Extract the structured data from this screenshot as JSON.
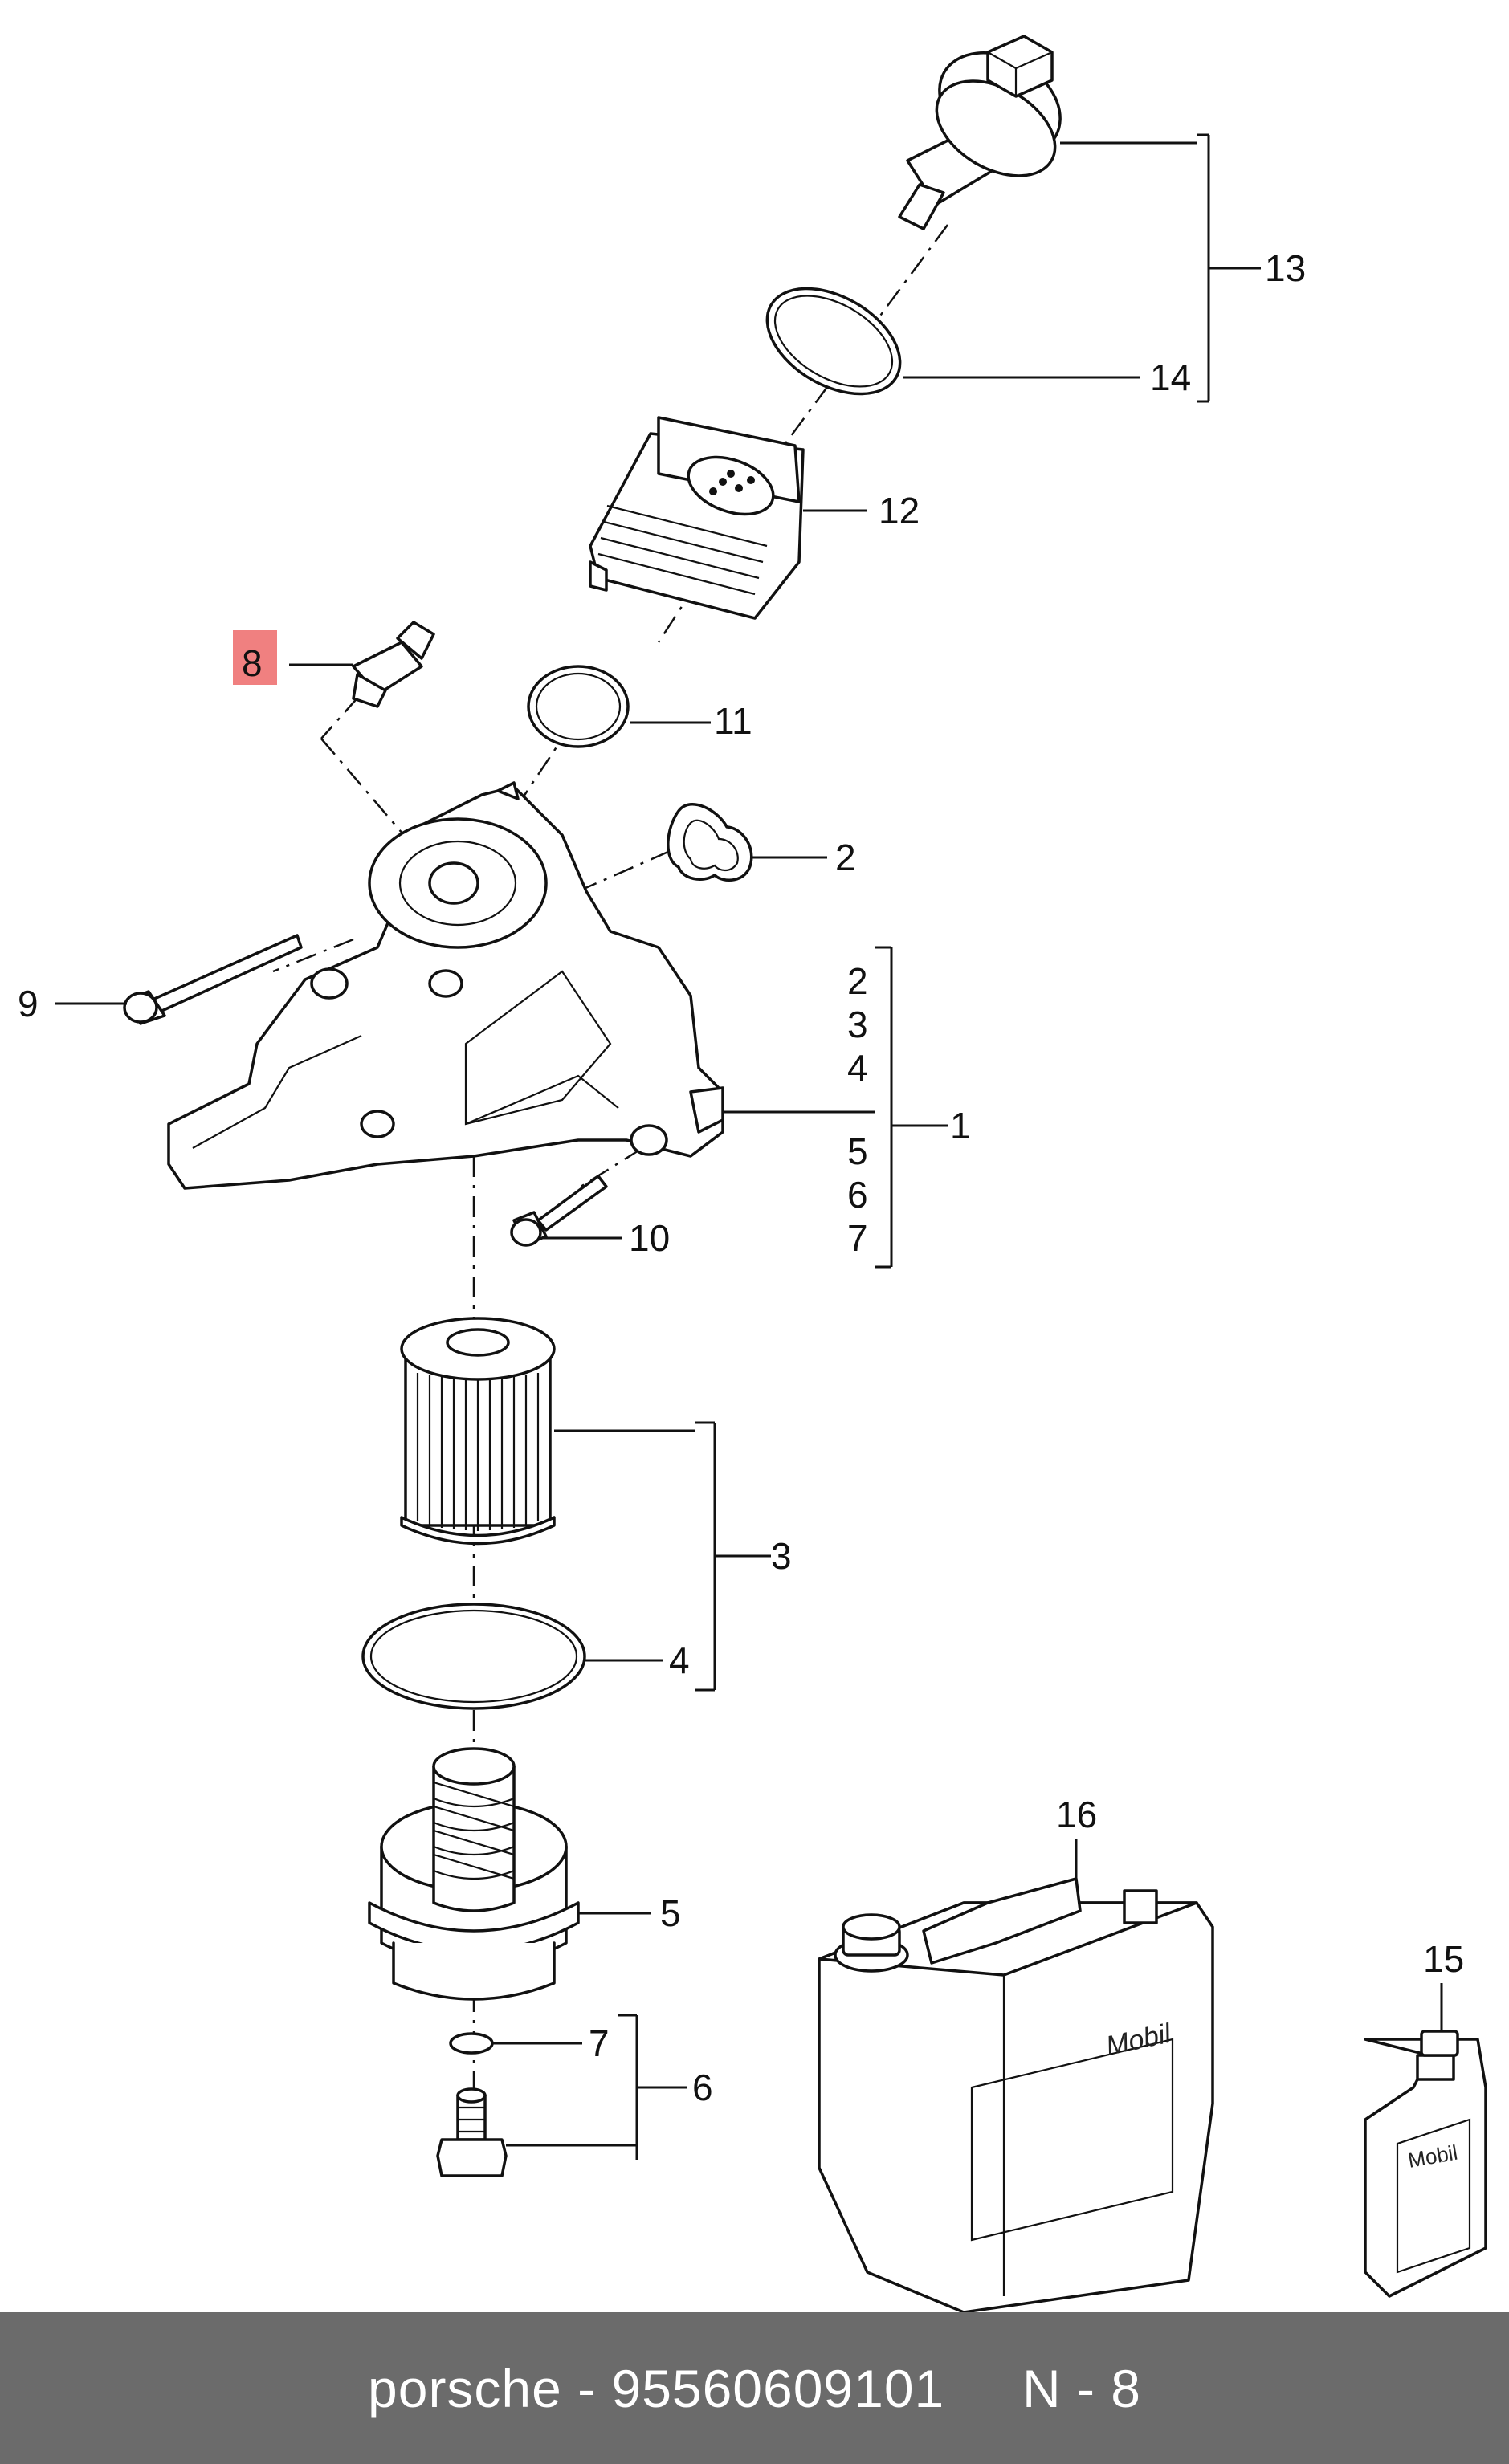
{
  "callouts": {
    "c1": "1",
    "c2": "2",
    "c3": "3",
    "c4": "4",
    "c5": "5",
    "c6": "6",
    "c7": "7",
    "c8": "8",
    "c9": "9",
    "c10": "10",
    "c11": "11",
    "c12": "12",
    "c13": "13",
    "c14": "14",
    "c15": "15",
    "c16": "16"
  },
  "group_1": [
    "2",
    "3",
    "4",
    "5",
    "6",
    "7"
  ],
  "brand_label": "Mobil",
  "highlight_color": "#f08080",
  "footer": {
    "brand": "porsche",
    "part_number": "95560609101",
    "ref": "N - 8",
    "text": "porsche - 95560609101     N - 8"
  }
}
